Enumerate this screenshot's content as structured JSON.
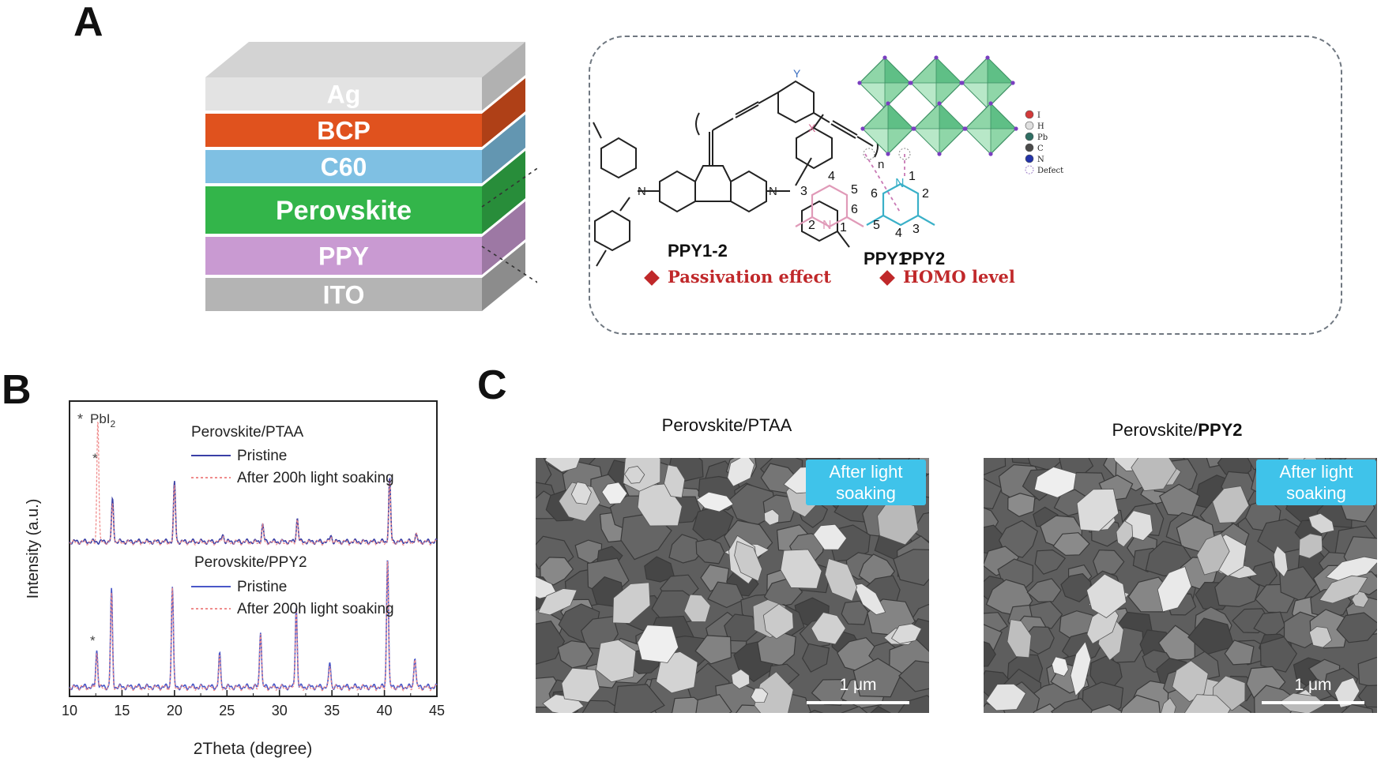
{
  "panels": {
    "a": "A",
    "b": "B",
    "c": "C"
  },
  "stack": {
    "layers": [
      {
        "label": "Ag",
        "color": "#e3e3e3"
      },
      {
        "label": "BCP",
        "color": "#e0521e"
      },
      {
        "label": "C60",
        "color": "#7fc0e3"
      },
      {
        "label": "Perovskite",
        "color": "#33b54a"
      },
      {
        "label": "PPY",
        "color": "#c99ad2"
      },
      {
        "label": "ITO",
        "color": "#b4b4b4"
      }
    ]
  },
  "molecule": {
    "polymer_label": "PPY1-2",
    "substituent_x": "X",
    "substituent_y": "Y",
    "repeat_n": "n",
    "n_atom": "N",
    "ppy1_label": "PPY1",
    "ppy2_label": "PPY2",
    "ppy1_numbers": [
      "1",
      "2",
      "3",
      "4",
      "5",
      "6"
    ],
    "ppy2_numbers": [
      "1",
      "2",
      "3",
      "4",
      "5",
      "6"
    ],
    "legend": [
      "I",
      "H",
      "Pb",
      "C",
      "N",
      "Defect"
    ],
    "features": [
      "Passivation effect",
      "HOMO level"
    ],
    "accent_color": "#c0282a"
  },
  "chart_data": {
    "type": "line",
    "xlabel": "2Theta (degree)",
    "ylabel": "Intensity (a.u.)",
    "xlim": [
      10,
      45
    ],
    "xticks": [
      10,
      15,
      20,
      25,
      30,
      35,
      40,
      45
    ],
    "marker_legend": {
      "symbol": "*",
      "text": "PbI",
      "subscript": "2"
    },
    "groups": [
      {
        "title": "Perovskite/PTAA",
        "series": [
          {
            "name": "Pristine",
            "color": "#3a3fa6",
            "style": "solid",
            "peaks": [
              [
                14.1,
                0.32
              ],
              [
                20.0,
                0.45
              ],
              [
                24.6,
                0.06
              ],
              [
                28.4,
                0.13
              ],
              [
                31.7,
                0.18
              ],
              [
                34.9,
                0.05
              ],
              [
                40.5,
                0.48
              ],
              [
                43.0,
                0.06
              ]
            ]
          },
          {
            "name": "After 200h light soaking",
            "color": "#ef8c8c",
            "style": "dashed",
            "peaks": [
              [
                12.7,
                0.95
              ],
              [
                14.1,
                0.3
              ],
              [
                20.0,
                0.43
              ],
              [
                24.6,
                0.06
              ],
              [
                28.4,
                0.12
              ],
              [
                31.7,
                0.17
              ],
              [
                34.9,
                0.05
              ],
              [
                40.5,
                0.46
              ],
              [
                43.0,
                0.06
              ]
            ]
          }
        ]
      },
      {
        "title": "Perovskite/PPY2",
        "series": [
          {
            "name": "Pristine",
            "color": "#4a58c8",
            "style": "solid",
            "peaks": [
              [
                12.6,
                0.25
              ],
              [
                14.0,
                0.66
              ],
              [
                19.8,
                0.69
              ],
              [
                24.3,
                0.22
              ],
              [
                28.2,
                0.39
              ],
              [
                31.6,
                0.55
              ],
              [
                34.8,
                0.17
              ],
              [
                40.3,
                0.9
              ],
              [
                42.9,
                0.21
              ]
            ]
          },
          {
            "name": "After 200h light soaking",
            "color": "#ef8c8c",
            "style": "dashed",
            "peaks": [
              [
                12.6,
                0.24
              ],
              [
                14.0,
                0.64
              ],
              [
                19.8,
                0.68
              ],
              [
                24.3,
                0.21
              ],
              [
                28.2,
                0.38
              ],
              [
                31.6,
                0.54
              ],
              [
                34.8,
                0.16
              ],
              [
                40.3,
                0.89
              ],
              [
                42.9,
                0.2
              ]
            ]
          }
        ]
      }
    ]
  },
  "sem": [
    {
      "caption": "Perovskite/PTAA",
      "tag": "After light soaking",
      "scale": "1 μm"
    },
    {
      "caption_prefix": "Perovskite/",
      "caption_bold": "PPY2",
      "tag": "After light soaking",
      "scale": "1 μm"
    }
  ]
}
